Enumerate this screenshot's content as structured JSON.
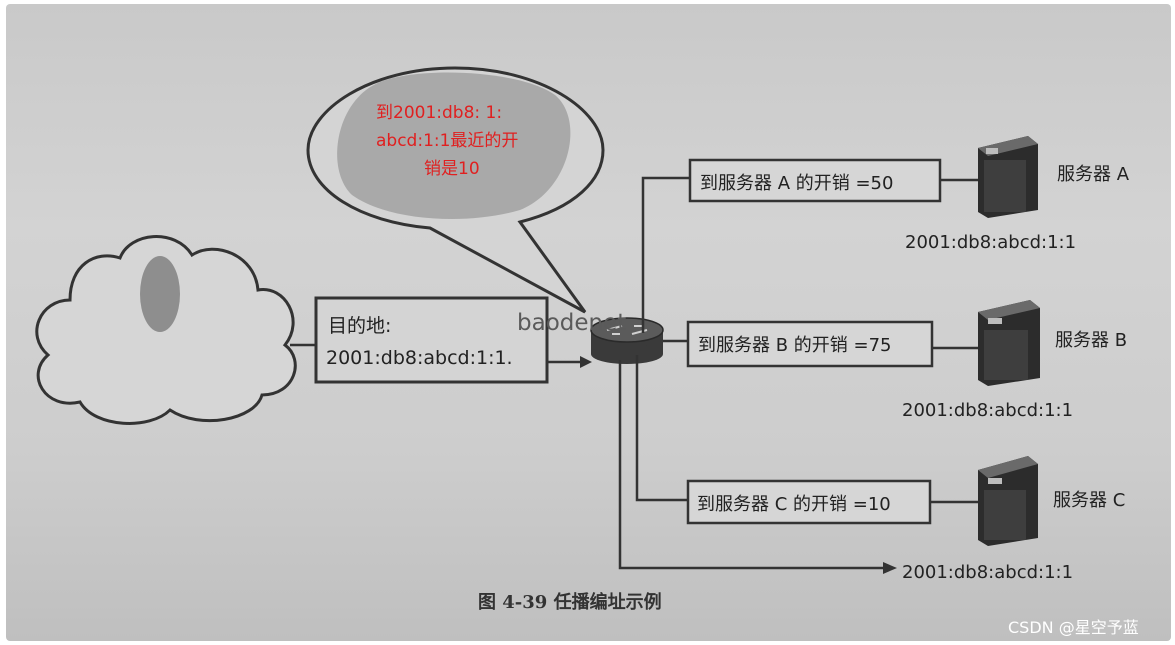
{
  "diagram": {
    "bubble_text_line1": "到2001:db8: 1:",
    "bubble_text_line2": "abcd:1:1最近的开",
    "bubble_text_line3": "销是10",
    "destination_label": "目的地:",
    "destination_address": "2001:db8:abcd:1:1.",
    "watermark": "baodenet",
    "cost_a": "到服务器 A 的开销 =50",
    "cost_b": "到服务器 B 的开销 =75",
    "cost_c": "到服务器 C 的开销 =10",
    "server_a_label": "服务器 A",
    "server_b_label": "服务器 B",
    "server_c_label": "服务器 C",
    "server_a_address": "2001:db8:abcd:1:1",
    "server_b_address": "2001:db8:abcd:1:1",
    "server_c_address": "2001:db8:abcd:1:1",
    "caption": "图 4-39   任播编址示例",
    "credit": "CSDN @星空予蓝"
  },
  "colors": {
    "annotation_red": "#e02020",
    "page_gray": "#cecece",
    "ink": "#222222"
  }
}
